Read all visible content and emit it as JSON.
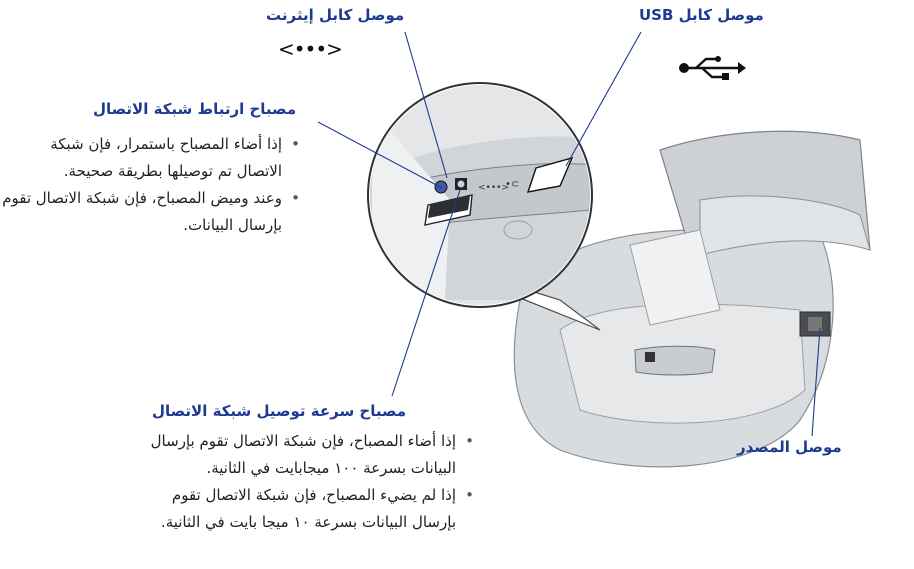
{
  "labels": {
    "ethernet_connector": "موصل كابل إيثرنت",
    "usb_connector": "موصل كابل USB",
    "network_link_light": "مصباح ارتباط شبكة الاتصال",
    "network_speed_light": "مصباح سرعة توصيل شبكة الاتصال",
    "power_connector": "موصل المصدر"
  },
  "link_light_notes": [
    "إذا أضاء المصباح باستمرار، فإن شبكة الاتصال تم توصيلها بطريقة صحيحة.",
    "وعند وميض المصباح، فإن شبكة الاتصال تقوم بإرسال البيانات."
  ],
  "speed_light_notes": [
    "إذا أضاء المصباح، فإن شبكة الاتصال تقوم بإرسال البيانات بسرعة ١٠٠ ميجابايت في الثانية.",
    "إذا لم يضيء المصباح، فإن شبكة الاتصال تقوم بإرسال البيانات بسرعة ١٠ ميجا بايت في الثانية."
  ],
  "icons": {
    "ethernet": "ethernet-icon",
    "usb": "usb-icon"
  }
}
